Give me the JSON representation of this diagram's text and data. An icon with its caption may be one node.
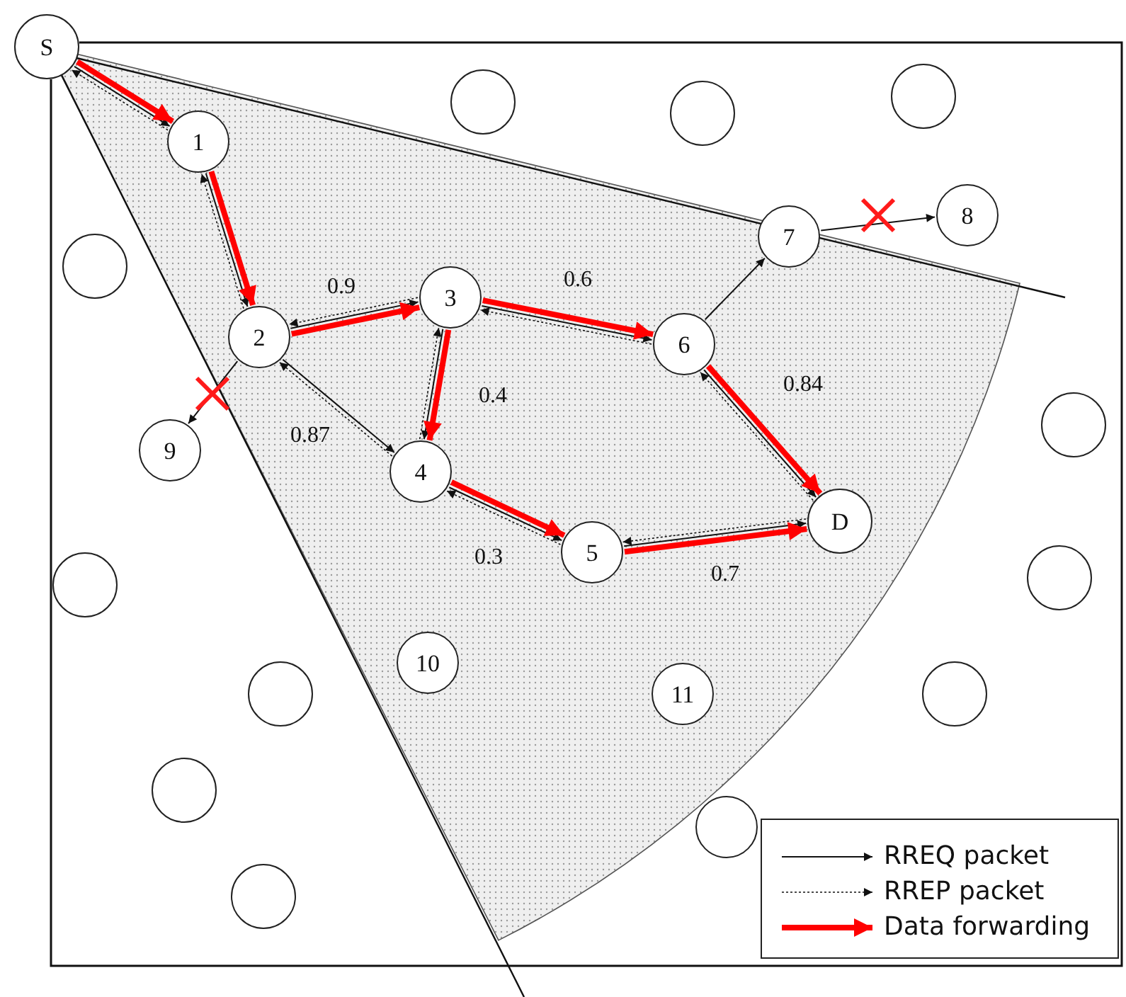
{
  "diagram": {
    "nodes": [
      {
        "text": [
          "S"
        ]
      },
      {
        "text": [],
        "shape": "circle"
      },
      {
        "text": [],
        "shape": "circle"
      },
      {
        "text": [],
        "shape": "circle"
      },
      {
        "text": [
          "1"
        ]
      },
      {
        "text": [
          "8"
        ]
      },
      {
        "text": [
          "7"
        ]
      },
      {
        "text": [],
        "shape": "circle"
      },
      {
        "text": [
          "3"
        ]
      },
      {
        "text": [
          "2"
        ]
      },
      {
        "text": [
          "6"
        ]
      },
      {
        "text": [],
        "shape": "circle"
      },
      {
        "text": [
          "9"
        ]
      },
      {
        "text": [
          "4"
        ]
      },
      {
        "text": [
          "D"
        ]
      },
      {
        "text": [
          "5"
        ]
      },
      {
        "text": [],
        "shape": "circle"
      },
      {
        "text": [],
        "shape": "circle"
      },
      {
        "text": [
          "10"
        ]
      },
      {
        "text": [
          "11"
        ]
      },
      {
        "text": [],
        "shape": "circle"
      },
      {
        "text": [],
        "shape": "circle"
      },
      {
        "text": [],
        "shape": "circle"
      },
      {
        "text": [],
        "shape": "circle"
      },
      {
        "text": [],
        "shape": "circle"
      }
    ],
    "edges": [
      {
        "from": 0,
        "to": 4,
        "arrow": "to"
      },
      {
        "from": 4,
        "to": 9,
        "arrow": "to"
      },
      {
        "from": 9,
        "to": 8,
        "arrow": "to",
        "label": "0.9"
      },
      {
        "from": 9,
        "to": 13,
        "arrow": "to",
        "label": "0.87"
      },
      {
        "from": 8,
        "to": 13,
        "arrow": "to",
        "label": "0.4"
      },
      {
        "from": 8,
        "to": 10,
        "arrow": "to",
        "label": "0.6"
      },
      {
        "from": 13,
        "to": 15,
        "arrow": "to",
        "label": "0.3"
      },
      {
        "from": 15,
        "to": 14,
        "arrow": "to",
        "label": "0.7"
      },
      {
        "from": 10,
        "to": 14,
        "arrow": "to",
        "label": "0.84"
      },
      {
        "from": 10,
        "to": 6,
        "arrow": "to"
      },
      {
        "from": 6,
        "to": 5,
        "arrow": "to"
      },
      {
        "from": 9,
        "to": 12,
        "arrow": "to"
      },
      {
        "from": 14,
        "to": 10,
        "arrow": "to",
        "style": "dashed"
      },
      {
        "from": 10,
        "to": 8,
        "arrow": "to",
        "style": "dashed"
      },
      {
        "from": 8,
        "to": 9,
        "arrow": "to",
        "style": "dashed"
      },
      {
        "from": 9,
        "to": 4,
        "arrow": "to",
        "style": "dashed"
      },
      {
        "from": 4,
        "to": 0,
        "arrow": "to",
        "style": "dashed"
      },
      {
        "from": 13,
        "to": 9,
        "arrow": "to",
        "style": "dashed"
      },
      {
        "from": 13,
        "to": 8,
        "arrow": "to",
        "style": "dashed"
      },
      {
        "from": 15,
        "to": 13,
        "arrow": "to",
        "style": "dashed"
      },
      {
        "from": 14,
        "to": 15,
        "arrow": "to",
        "style": "dashed"
      },
      {
        "from": 0,
        "to": 4,
        "arrow": "to",
        "style": "thick",
        "color": "#ff0000"
      },
      {
        "from": 4,
        "to": 9,
        "arrow": "to",
        "style": "thick",
        "color": "#ff0000"
      },
      {
        "from": 9,
        "to": 8,
        "arrow": "to",
        "style": "thick",
        "color": "#ff0000"
      },
      {
        "from": 8,
        "to": 13,
        "arrow": "to",
        "style": "thick",
        "color": "#ff0000"
      },
      {
        "from": 8,
        "to": 10,
        "arrow": "to",
        "style": "thick",
        "color": "#ff0000"
      },
      {
        "from": 13,
        "to": 15,
        "arrow": "to",
        "style": "thick",
        "color": "#ff0000"
      },
      {
        "from": 15,
        "to": 14,
        "arrow": "to",
        "style": "thick",
        "color": "#ff0000"
      },
      {
        "from": 10,
        "to": 14,
        "arrow": "to",
        "style": "thick",
        "color": "#ff0000"
      }
    ],
    "legend": [
      {
        "text": "RREQ packet"
      },
      {
        "text": "RREP packet"
      },
      {
        "text": "Data forwarding"
      }
    ]
  }
}
